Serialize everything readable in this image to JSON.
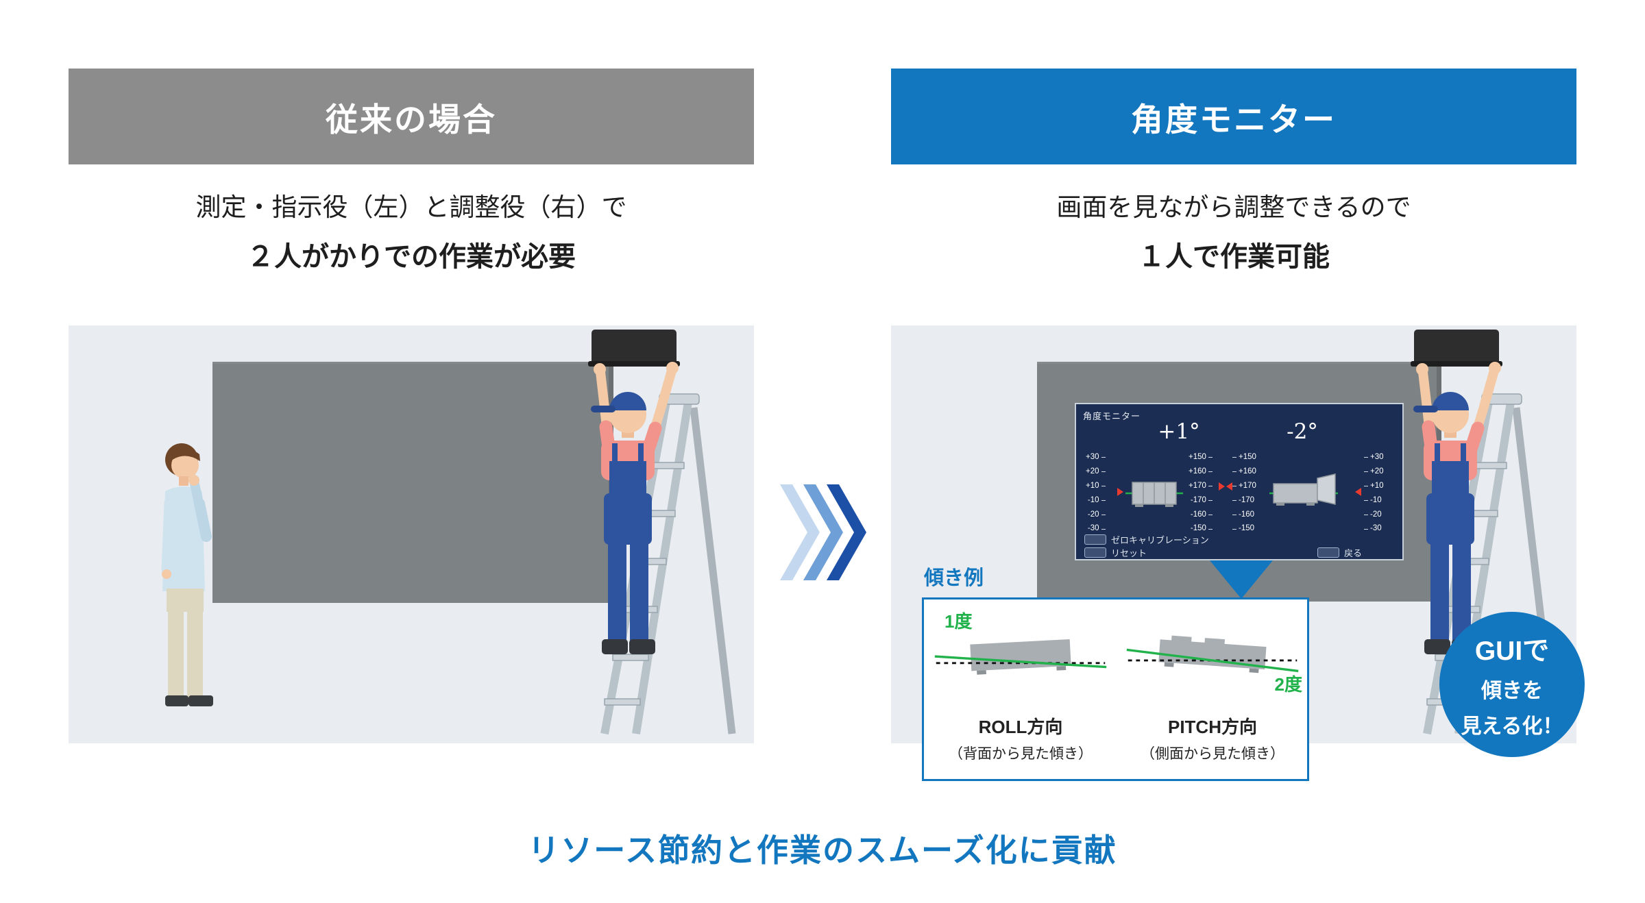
{
  "comparison": {
    "left": {
      "header": "従来の場合",
      "caption_line1": "測定・指示役（左）と調整役（右）で",
      "caption_line2": "２人がかりでの作業が必要"
    },
    "right": {
      "header": "角度モニター",
      "caption_line1": "画面を見ながら調整できるので",
      "caption_line2": "１人で作業可能"
    }
  },
  "monitor_gui": {
    "title": "角度モニター",
    "roll_reading": "+1°",
    "pitch_reading": "-2°",
    "coarse_scale": [
      "+30",
      "+20",
      "+10",
      "-10",
      "-20",
      "-30"
    ],
    "fine_scale": [
      "+150",
      "+160",
      "+170",
      "-170",
      "-160",
      "-150"
    ],
    "menu": {
      "item1": "ゼロキャリブレーション",
      "item2": "リセット",
      "item3": "戻る"
    }
  },
  "tilt_example": {
    "label": "傾き例",
    "roll": {
      "angle": "1度",
      "direction": "ROLL方向",
      "view_note": "（背面から見た傾き）"
    },
    "pitch": {
      "angle": "2度",
      "direction": "PITCH方向",
      "view_note": "（側面から見た傾き）"
    }
  },
  "badge": {
    "line1": "GUIで",
    "line2": "傾きを",
    "line3": "見える化！"
  },
  "footer": "リソース節約と作業のスムーズ化に貢献",
  "icons": {
    "transition_arrow": "triple-chevron-right",
    "callout_pointer": "triangle-down",
    "gauge_marker": "red-triangle"
  },
  "colors": {
    "accent_blue": "#1377bf",
    "header_gray": "#8c8c8c",
    "panel_bg": "#e9edf1",
    "display_gray": "#7d8285",
    "gui_navy": "#1b2d52",
    "green": "#21b24b",
    "marker_red": "#e83a2e"
  }
}
